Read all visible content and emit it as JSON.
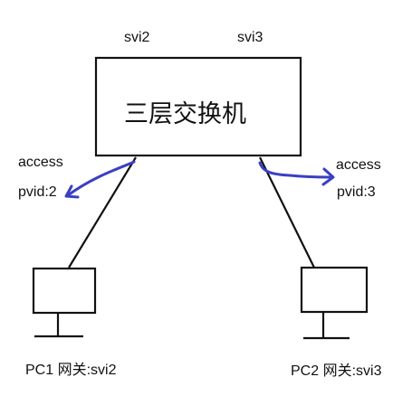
{
  "switch": {
    "title": "三层交换机",
    "svi_left": "svi2",
    "svi_right": "svi3"
  },
  "left_link": {
    "mode": "access",
    "pvid": "pvid:2"
  },
  "right_link": {
    "mode": "access",
    "pvid": "pvid:3"
  },
  "pc1": {
    "label": "PC1 网关:svi2"
  },
  "pc2": {
    "label": "PC2 网关:svi3"
  },
  "colors": {
    "stroke": "#111111",
    "annotation": "#3b3fc4"
  }
}
